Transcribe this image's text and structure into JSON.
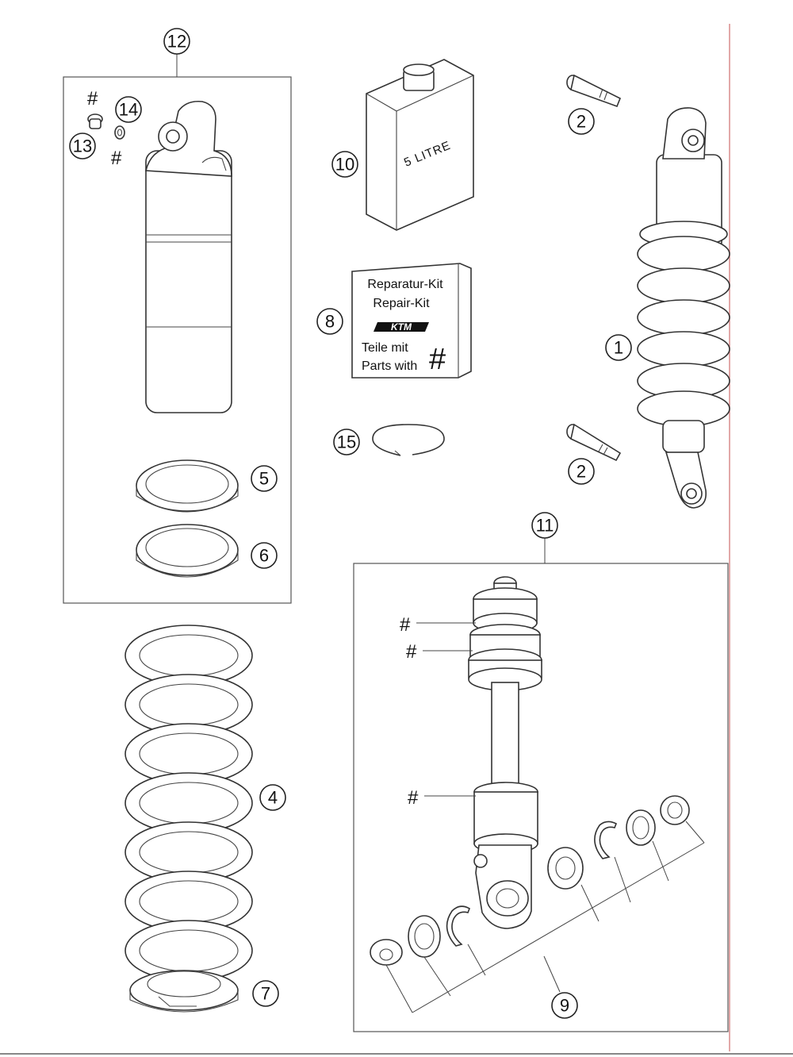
{
  "diagram": {
    "callouts": {
      "c1": "1",
      "c2a": "2",
      "c2b": "2",
      "c4": "4",
      "c5": "5",
      "c6": "6",
      "c7": "7",
      "c8": "8",
      "c9": "9",
      "c10": "10",
      "c11": "11",
      "c12": "12",
      "c13": "13",
      "c14": "14",
      "c15": "15"
    },
    "hash_symbol": "#",
    "oil_can": {
      "label": "5 LITRE"
    },
    "repair_kit": {
      "line1": "Reparatur-Kit",
      "line2": "Repair-Kit",
      "logo": "KTM",
      "line3": "Teile mit",
      "line4": "Parts with",
      "symbol": "#"
    },
    "colors": {
      "line": "#333333",
      "frame": "#555555",
      "accent_rule": "#c0392b"
    }
  }
}
